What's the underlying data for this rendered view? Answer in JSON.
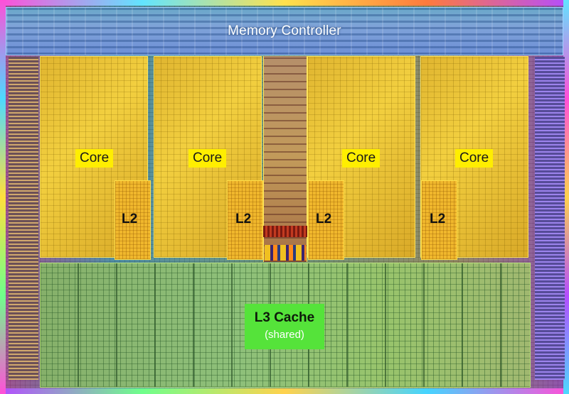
{
  "diagram": {
    "memory_controller_label": "Memory Controller",
    "cores": [
      {
        "core_label": "Core",
        "l2_label": "L2"
      },
      {
        "core_label": "Core",
        "l2_label": "L2"
      },
      {
        "core_label": "Core",
        "l2_label": "L2"
      },
      {
        "core_label": "Core",
        "l2_label": "L2"
      }
    ],
    "l3": {
      "title": "L3 Cache",
      "subtitle": "(shared)"
    }
  },
  "colors": {
    "core_label_bg": "#ffee00",
    "l3_label_bg": "#55e33a",
    "core_region": "#f2cf3f",
    "l3_region": "#8ec07a",
    "memory_controller_region": "#7fa3d8"
  }
}
